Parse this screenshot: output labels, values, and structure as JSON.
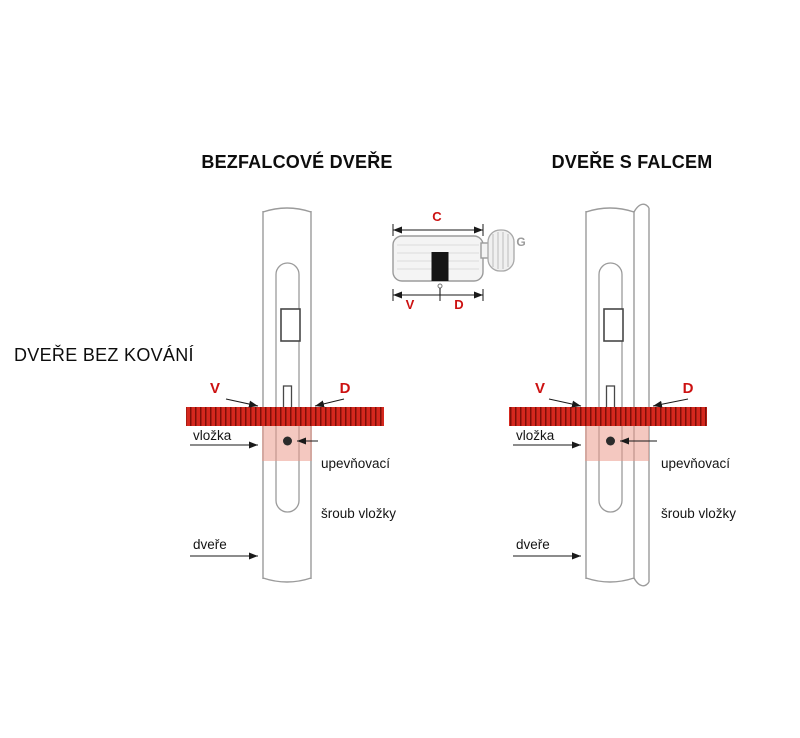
{
  "colors": {
    "accent_red": "#cc1111",
    "ruler_red": "#d5281e",
    "ruler_tick": "#7e0f08",
    "highlight_pink": "#eb9a8c",
    "outline_gray": "#9b9b9b",
    "text_black": "#141414",
    "knob_gray": "#9a9a9a"
  },
  "headings": {
    "left_title": "BEZFALCOVÉ DVEŘE",
    "right_title": "DVEŘE S FALCEM",
    "side_label": "DVEŘE BEZ KOVÁNÍ"
  },
  "cylinder_diagram": {
    "dim_c": "C",
    "dim_v": "V",
    "dim_d": "D",
    "knob_label": "G"
  },
  "door_left": {
    "dim_v": "V",
    "dim_d": "D",
    "cylinder_label": "vložka",
    "screw_label_line1": "upevňovací",
    "screw_label_line2": "šroub vložky",
    "door_label": "dveře"
  },
  "door_right": {
    "dim_v": "V",
    "dim_d": "D",
    "cylinder_label": "vložka",
    "screw_label_line1": "upevňovací",
    "screw_label_line2": "šroub vložky",
    "door_label": "dveře"
  }
}
